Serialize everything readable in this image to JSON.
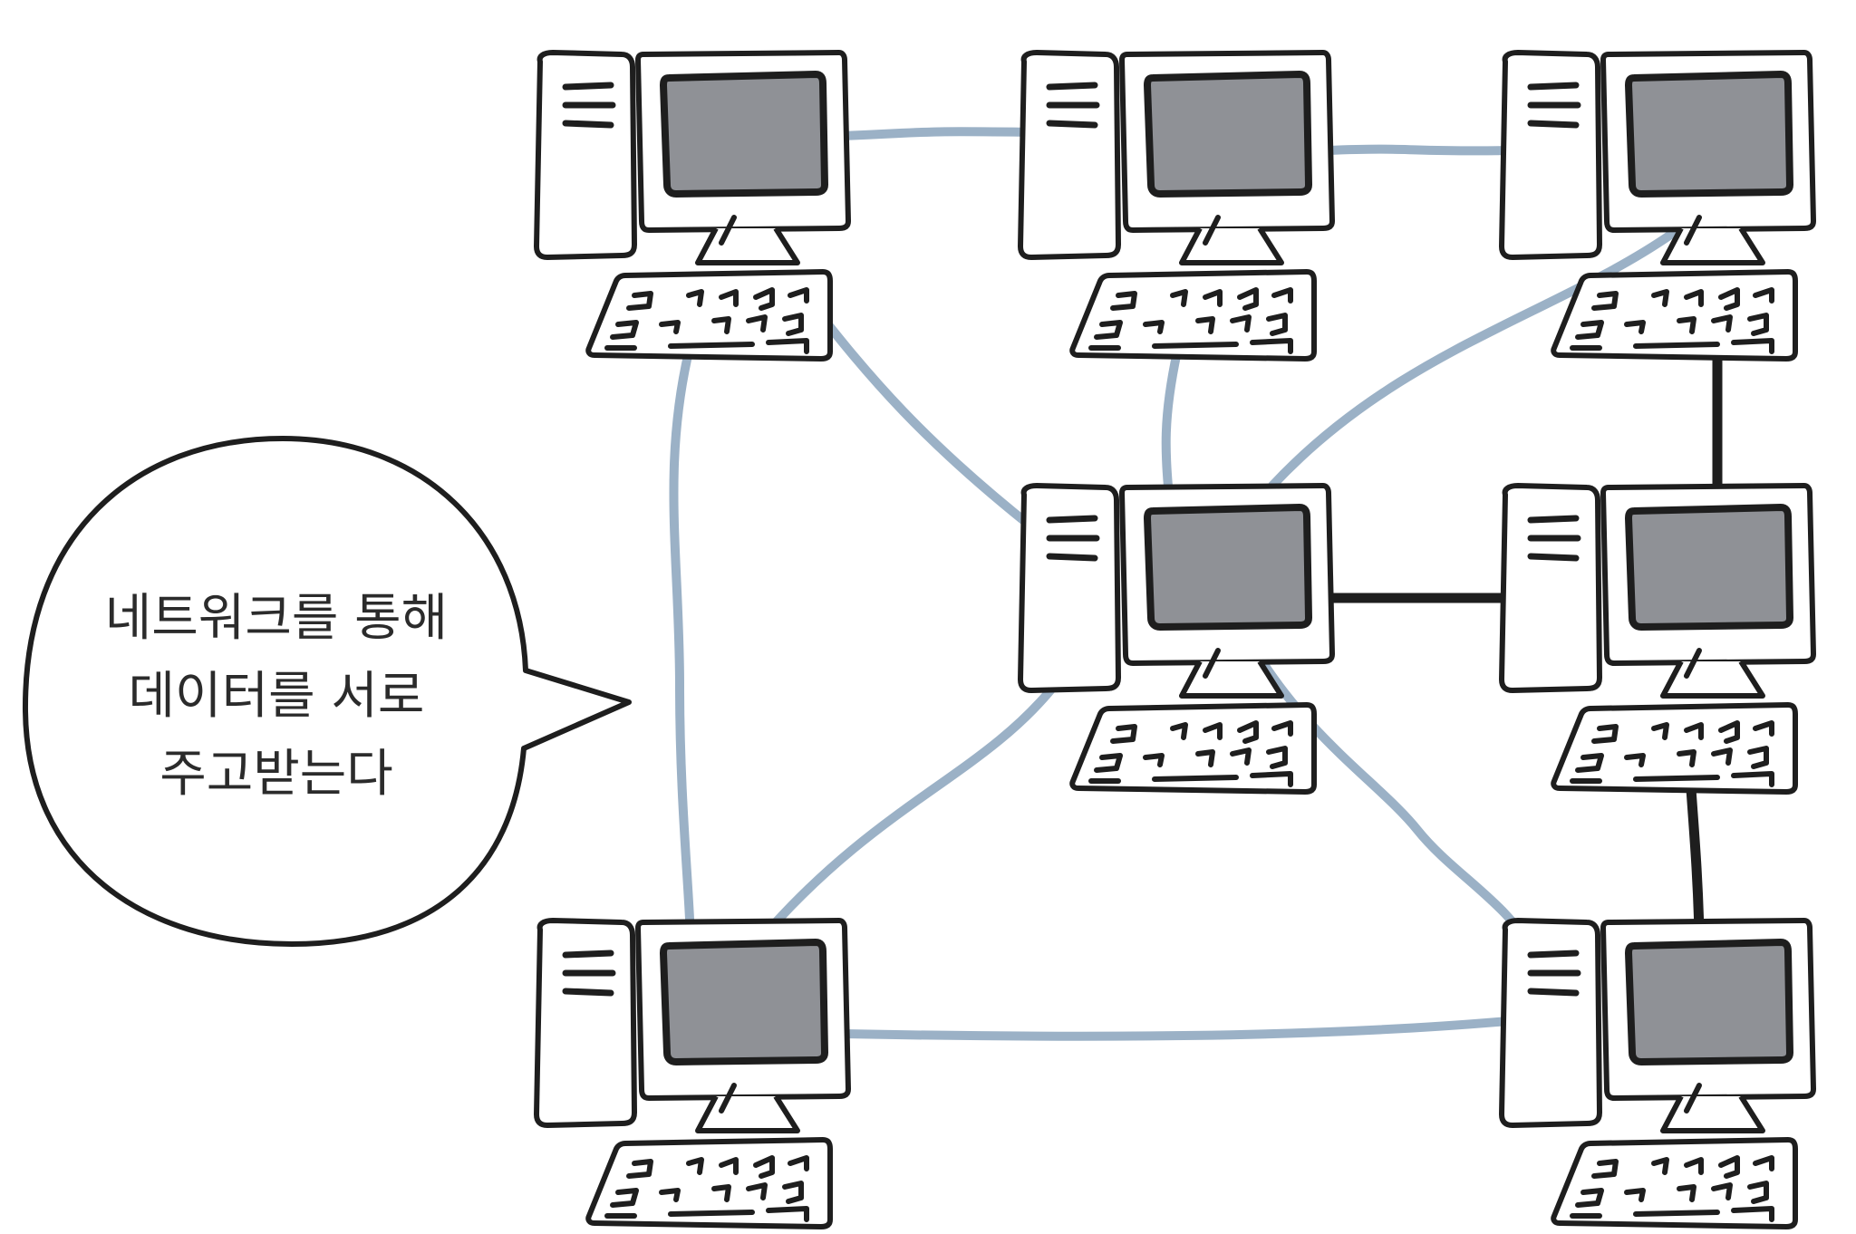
{
  "bubble": {
    "lines": [
      "네트워크를 통해",
      "데이터를 서로",
      "주고받는다"
    ]
  },
  "computers": [
    {
      "id": "top-left"
    },
    {
      "id": "top-middle"
    },
    {
      "id": "top-right"
    },
    {
      "id": "center"
    },
    {
      "id": "middle-right"
    },
    {
      "id": "bottom-left"
    },
    {
      "id": "bottom-right"
    }
  ],
  "links": [
    {
      "from": "top-left",
      "to": "top-middle",
      "style": "light"
    },
    {
      "from": "top-middle",
      "to": "top-right",
      "style": "light"
    },
    {
      "from": "top-left",
      "to": "bottom-left",
      "style": "light"
    },
    {
      "from": "top-left",
      "to": "center",
      "style": "light"
    },
    {
      "from": "top-middle",
      "to": "center",
      "style": "light"
    },
    {
      "from": "top-right",
      "to": "center",
      "style": "light"
    },
    {
      "from": "center",
      "to": "bottom-left",
      "style": "light"
    },
    {
      "from": "center",
      "to": "bottom-right",
      "style": "light"
    },
    {
      "from": "bottom-left",
      "to": "bottom-right",
      "style": "light"
    },
    {
      "from": "center",
      "to": "middle-right",
      "style": "dark"
    },
    {
      "from": "top-right",
      "to": "middle-right",
      "style": "dark"
    },
    {
      "from": "middle-right",
      "to": "bottom-right",
      "style": "dark"
    }
  ],
  "colors": {
    "light_link": "#9bb1c6",
    "dark_link": "#1e1e1e",
    "outline": "#1e1e1e",
    "screen": "#8f9196",
    "fill": "#ffffff"
  }
}
